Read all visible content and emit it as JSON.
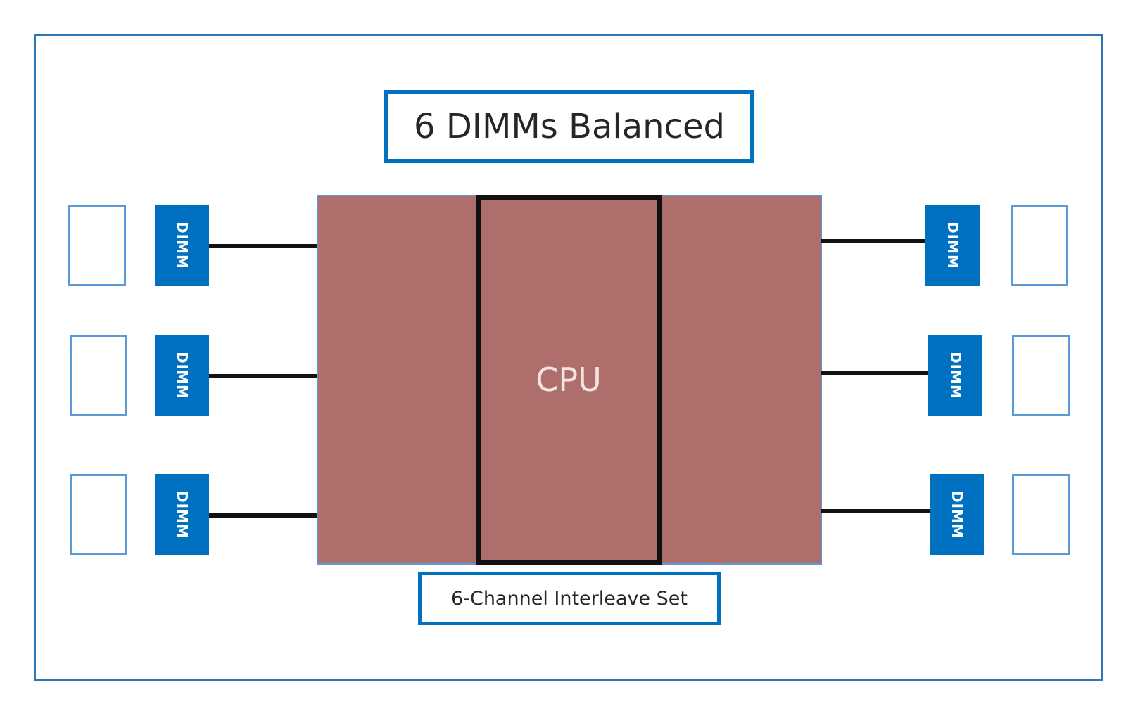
{
  "diagram": {
    "title": "6 DIMMs Balanced",
    "cpu_label": "CPU",
    "interleave_label": "6-Channel Interleave Set",
    "dimm_label": "DIMM",
    "colors": {
      "frame": "#2e75b6",
      "dimm_fill": "#0070c0",
      "cpu_fill": "#ae6e6c",
      "cpu_core_border": "#111111",
      "empty_slot_border": "#5b9bd5"
    },
    "left_channels": [
      {
        "dimm": "DIMM",
        "populated": true
      },
      {
        "dimm": "DIMM",
        "populated": true
      },
      {
        "dimm": "DIMM",
        "populated": true
      }
    ],
    "right_channels": [
      {
        "dimm": "DIMM",
        "populated": true
      },
      {
        "dimm": "DIMM",
        "populated": true
      },
      {
        "dimm": "DIMM",
        "populated": true
      }
    ]
  }
}
